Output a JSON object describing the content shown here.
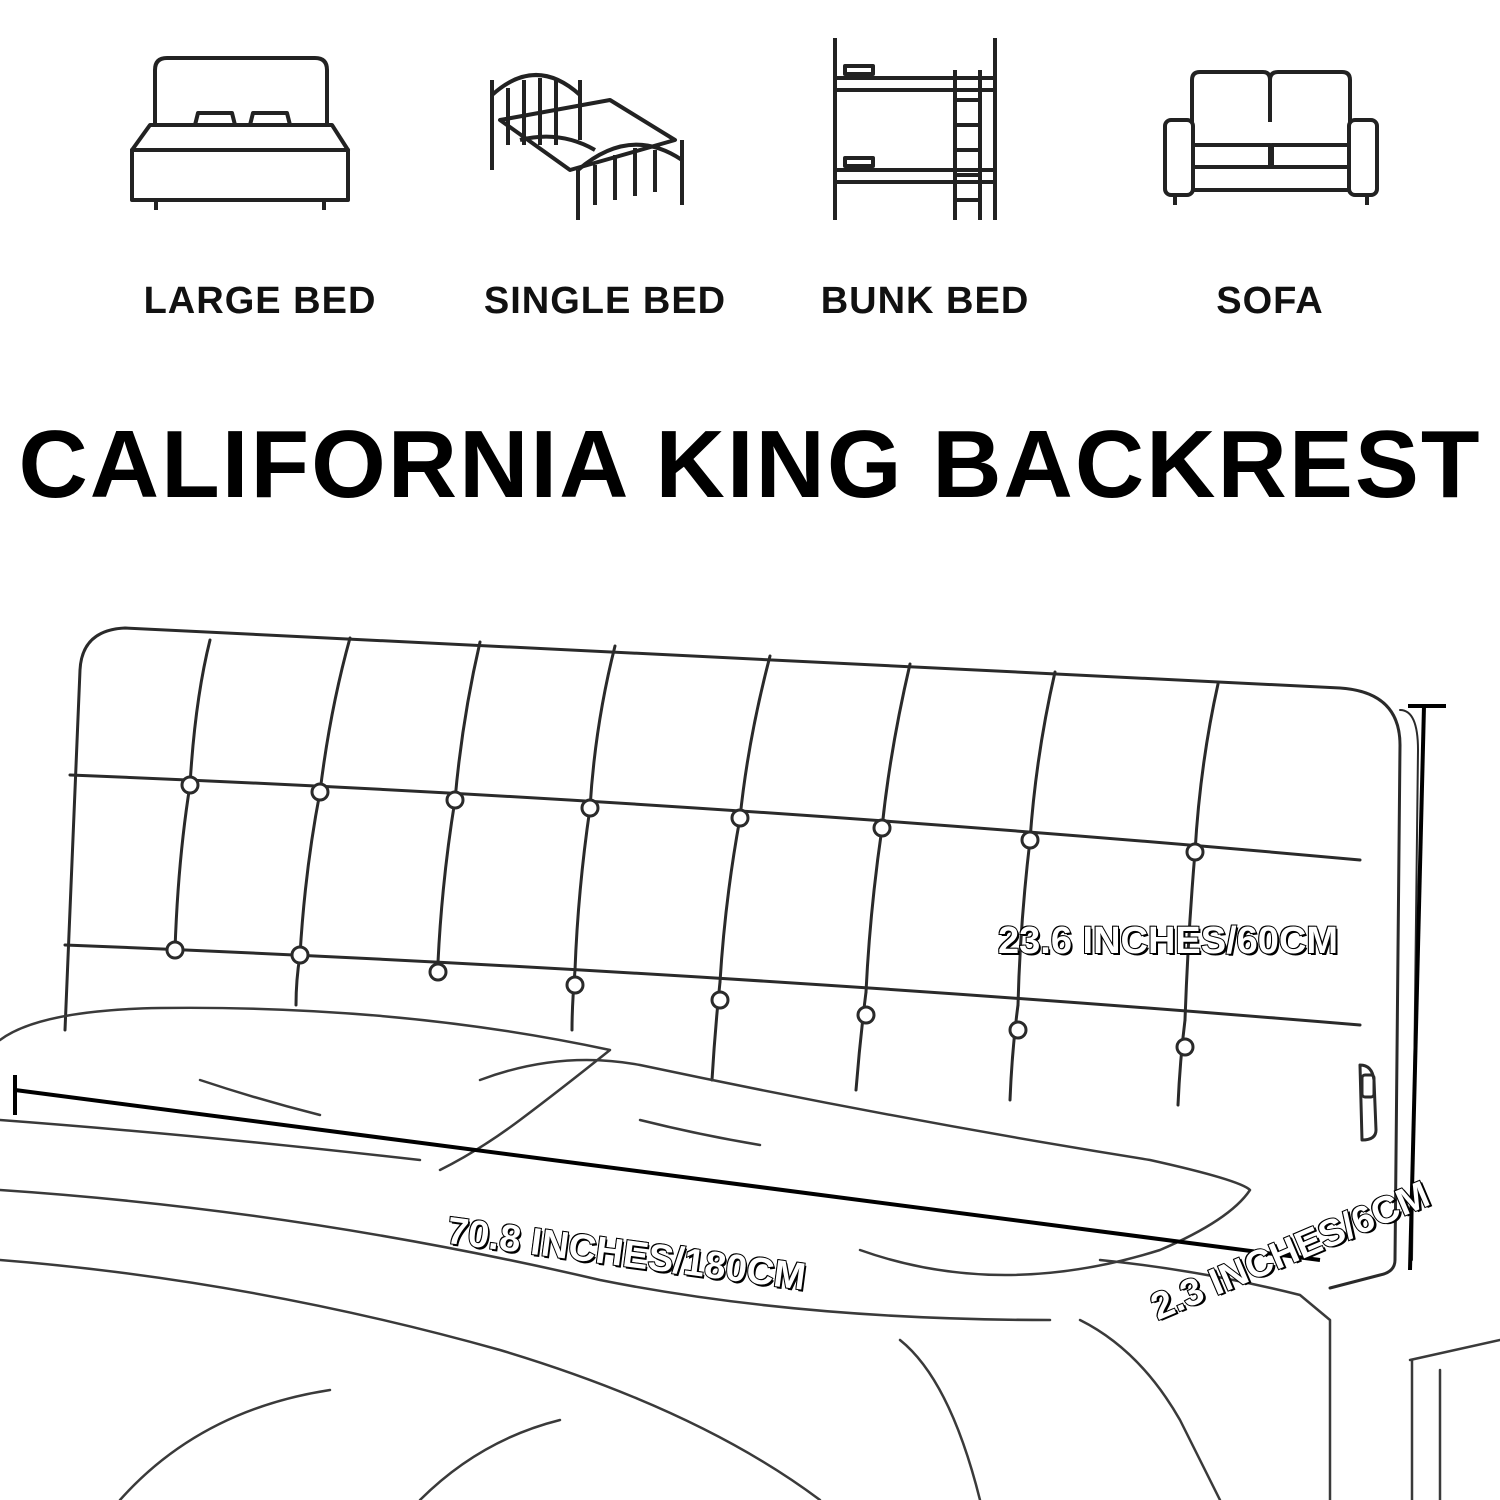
{
  "compatibility": {
    "items": [
      {
        "label": "LARGE BED",
        "icon": "large-bed-icon"
      },
      {
        "label": "SINGLE BED",
        "icon": "single-bed-icon"
      },
      {
        "label": "BUNK BED",
        "icon": "bunk-bed-icon"
      },
      {
        "label": "SOFA",
        "icon": "sofa-icon"
      }
    ]
  },
  "title": "CALIFORNIA KING BACKREST",
  "dimensions": {
    "width": "70.8 INCHES/180CM",
    "height": "23.6 INCHES/60CM",
    "depth": "2.3 INCHES/6CM"
  },
  "colors": {
    "line": "#222222",
    "background": "#ffffff"
  }
}
